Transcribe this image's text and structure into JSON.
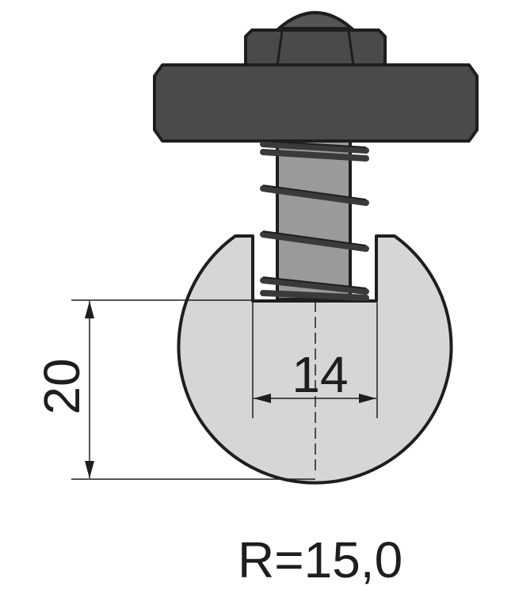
{
  "dimensions": {
    "height": "20",
    "slot_width": "14",
    "radius": "R=15,0"
  }
}
